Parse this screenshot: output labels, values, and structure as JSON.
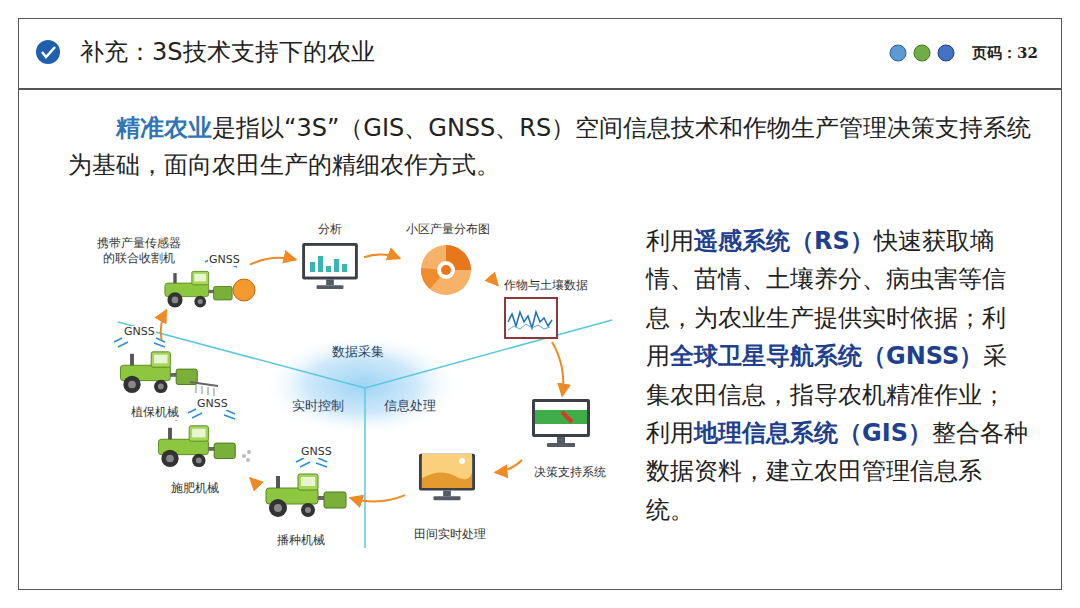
{
  "diagram": {
    "title": "补充：3S技术支持下的农业",
    "nodes": [
      {
        "text": [
          "携带产量传感器的联合收割机"
        ]
      },
      {
        "text": [
          "分析"
        ]
      },
      {
        "text": [
          "小区产量分布图"
        ]
      },
      {
        "text": [
          "作物与土壤数据"
        ]
      },
      {
        "text": [
          "决策支持系统"
        ]
      },
      {
        "text": [
          "田间实时处理"
        ]
      },
      {
        "text": [
          "播种机械"
        ]
      },
      {
        "text": [
          "施肥机械"
        ]
      },
      {
        "text": [
          "植保机械"
        ]
      }
    ],
    "edges": [
      {
        "from": 0,
        "to": 1,
        "arrow": "to"
      },
      {
        "from": 1,
        "to": 2,
        "arrow": "to"
      },
      {
        "from": 2,
        "to": 3,
        "arrow": "to"
      },
      {
        "from": 3,
        "to": 4,
        "arrow": "to"
      },
      {
        "from": 4,
        "to": 5,
        "arrow": "to"
      },
      {
        "from": 5,
        "to": 6,
        "arrow": "to"
      },
      {
        "from": 6,
        "to": 7,
        "arrow": "to"
      },
      {
        "from": 7,
        "to": 8,
        "arrow": "to"
      },
      {
        "from": 8,
        "to": 0,
        "arrow": "to"
      }
    ],
    "labels": [
      "页码：32",
      "精准农业",
      "是指以“3S”（GIS、GNSS、RS）空间信息技术和作物生产管理决策支持系统为基础，面向农田生产的精细农作方式。",
      "数据采集",
      "实时控制",
      "信息处理",
      "GNSS",
      "GNSS",
      "GNSS",
      "GNSS",
      "利用",
      "遥感系统（RS）",
      "快速获取墒情、苗情、土壤养分、病虫害等信息，为农业生产提供实时依据；利用",
      "全球卫星导航系统（GNSS）",
      "采集农田信息，指导农机精准作业； 利用",
      "地理信息系统（GIS）",
      "整合各种数据资料，建立农田管理信息系统。"
    ]
  }
}
